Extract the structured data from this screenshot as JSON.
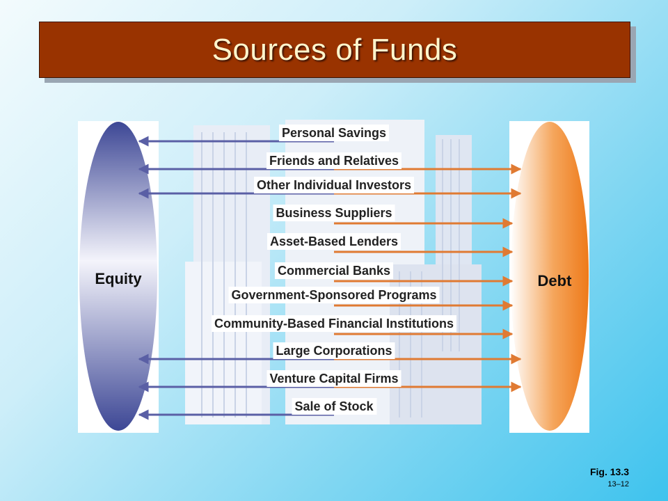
{
  "slide": {
    "title": "Sources of Funds",
    "figure_label": "Fig. 13.3",
    "page_number": "13–12"
  },
  "colors": {
    "title_bg": "#993300",
    "title_text": "#fff5cc",
    "equity_dark": "#3d4795",
    "debt_orange": "#ee7a1a",
    "arrow_purple": "#5a5fa5",
    "arrow_orange": "#e07a32"
  },
  "diagram": {
    "equity_label": "Equity",
    "debt_label": "Debt",
    "sources": [
      {
        "label": "Personal Savings",
        "to_equity": true,
        "to_debt": false
      },
      {
        "label": "Friends and Relatives",
        "to_equity": true,
        "to_debt": true
      },
      {
        "label": "Other Individual Investors",
        "to_equity": true,
        "to_debt": true
      },
      {
        "label": "Business Suppliers",
        "to_equity": false,
        "to_debt": true
      },
      {
        "label": "Asset-Based Lenders",
        "to_equity": false,
        "to_debt": true
      },
      {
        "label": "Commercial Banks",
        "to_equity": false,
        "to_debt": true
      },
      {
        "label": "Government-Sponsored Programs",
        "to_equity": false,
        "to_debt": true
      },
      {
        "label": "Community-Based Financial Institutions",
        "to_equity": false,
        "to_debt": true
      },
      {
        "label": "Large Corporations",
        "to_equity": true,
        "to_debt": true
      },
      {
        "label": "Venture Capital Firms",
        "to_equity": true,
        "to_debt": true
      },
      {
        "label": "Sale of Stock",
        "to_equity": true,
        "to_debt": false
      }
    ]
  }
}
